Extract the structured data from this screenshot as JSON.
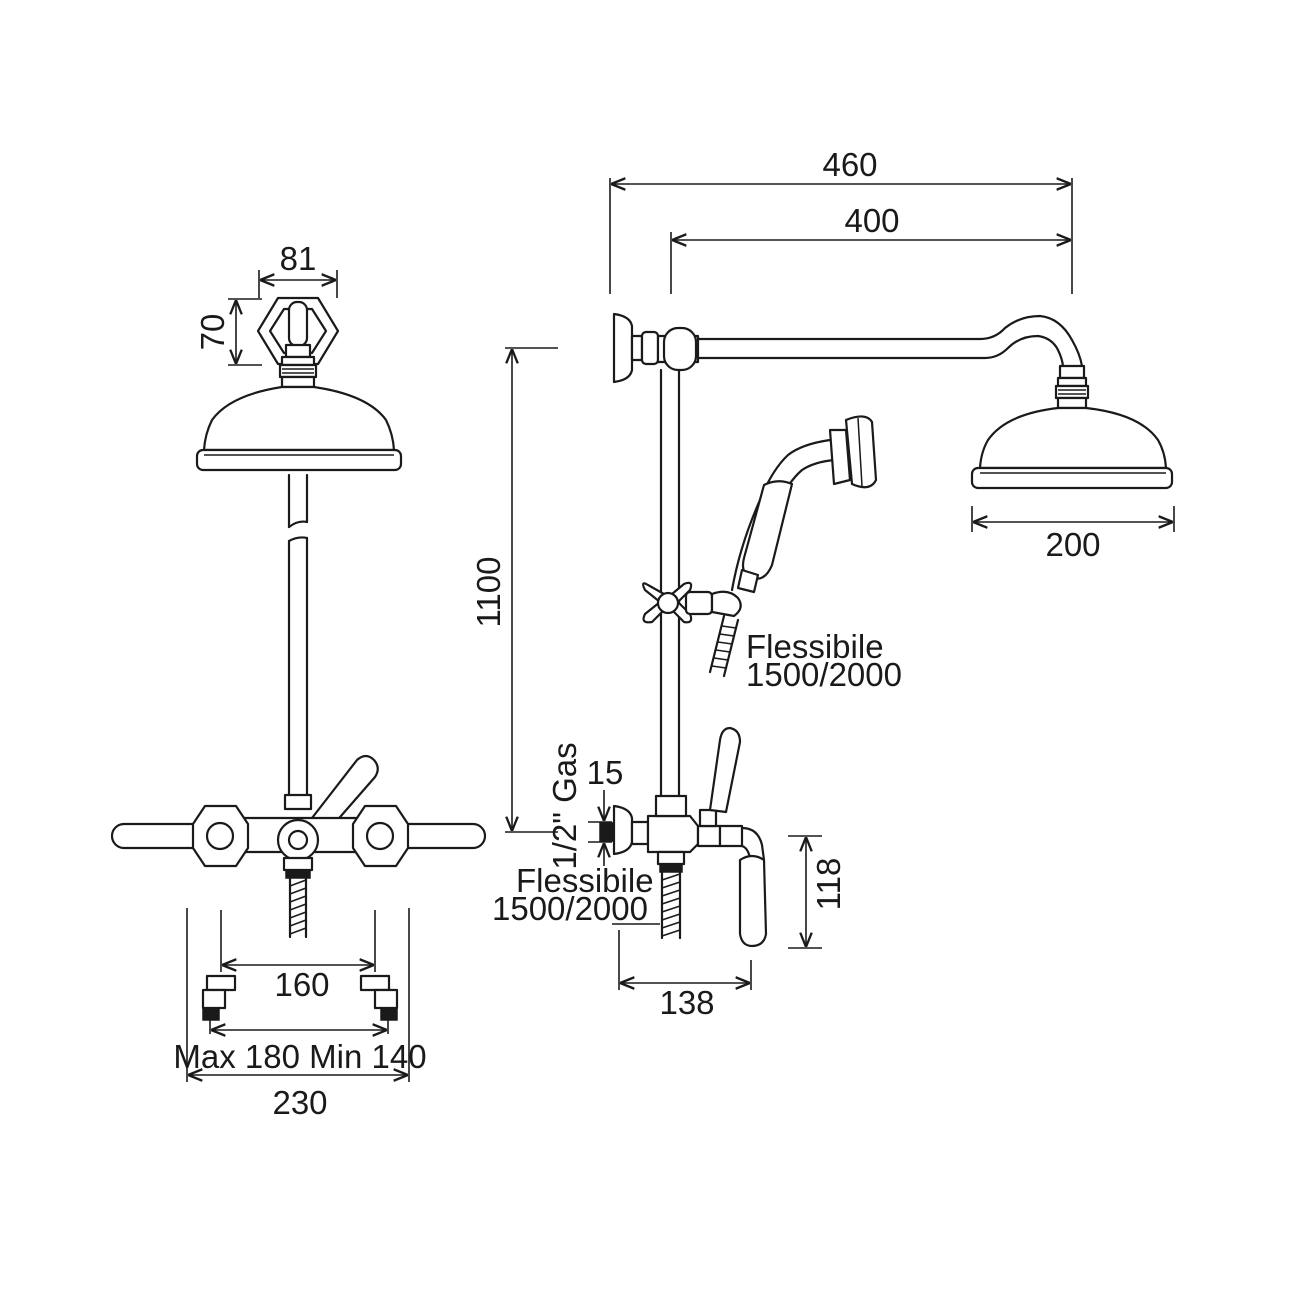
{
  "front_view": {
    "dims": {
      "top_width": "81",
      "top_height": "70",
      "center_spacing": "160",
      "adjust_range": "Max 180 Min 140",
      "overall_width": "230"
    }
  },
  "side_view": {
    "dims": {
      "arm_overall": "460",
      "arm_length": "400",
      "head_diameter": "200",
      "column_height": "1100",
      "inlet_offset": "15",
      "mixer_depth": "138",
      "lever_height": "118"
    },
    "labels": {
      "inlet_thread": "1/2\" Gas",
      "hose_upper_line1": "Flessibile",
      "hose_upper_line2": "1500/2000",
      "hose_lower_line1": "Flessibile",
      "hose_lower_line2": "1500/2000"
    }
  },
  "colors": {
    "line": "#1a1a1a",
    "background": "#ffffff"
  }
}
